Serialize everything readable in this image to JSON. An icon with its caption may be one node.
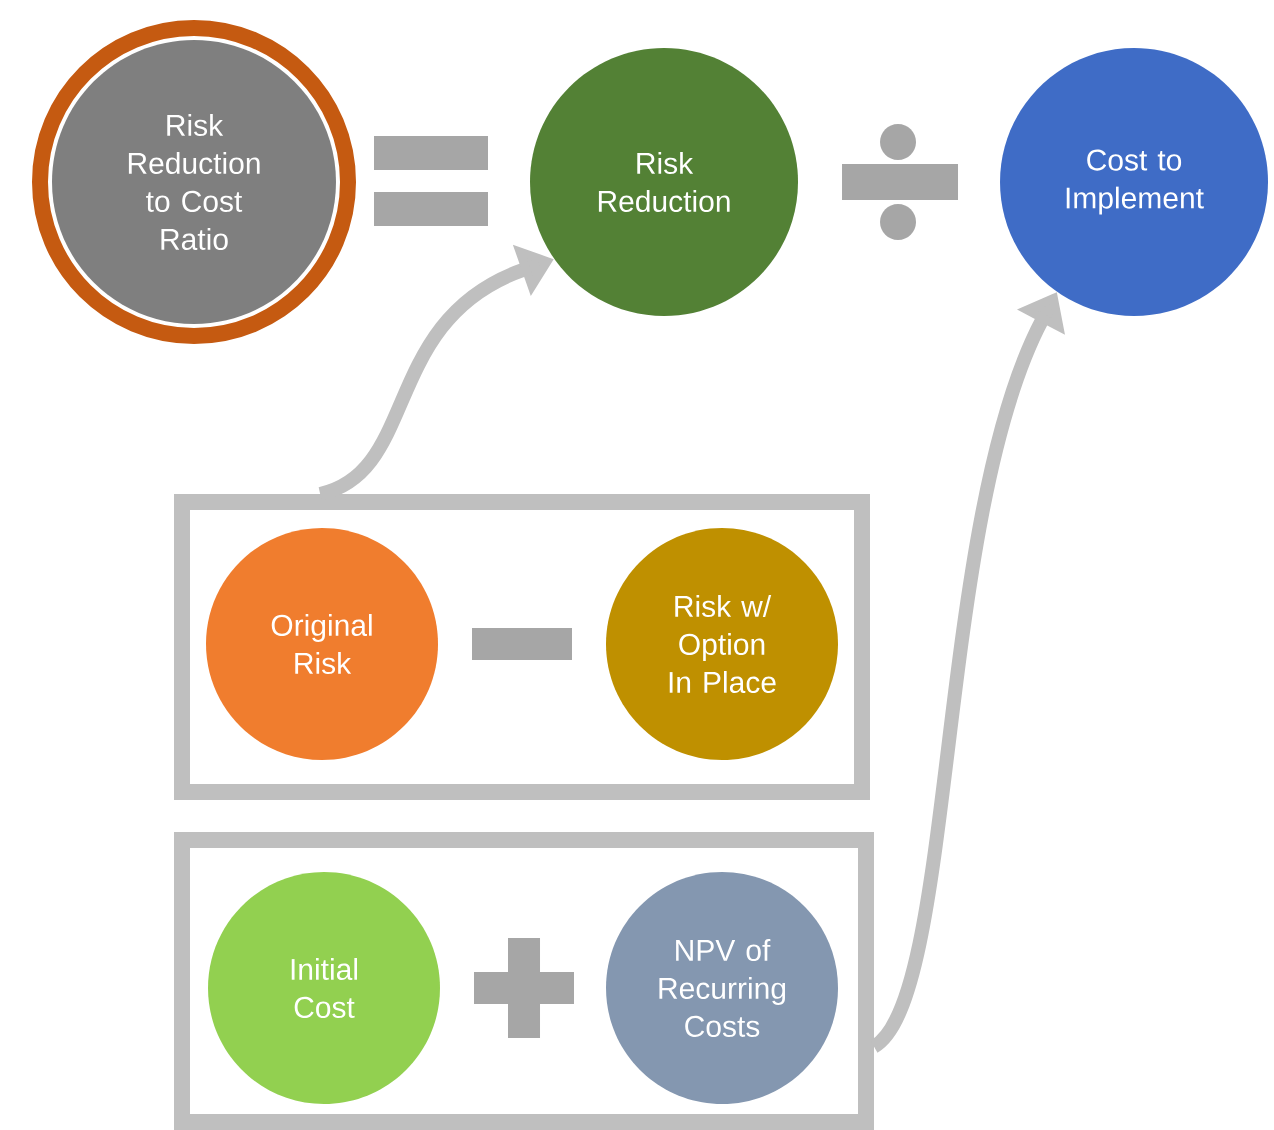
{
  "diagram": {
    "nodes": [
      {
        "text": [
          "Risk Reduction to Cost Ratio"
        ]
      },
      {
        "text": [
          "Risk Reduction"
        ]
      },
      {
        "text": [
          "Cost to Implement"
        ]
      },
      {
        "text": [],
        "shape": "box"
      },
      {
        "text": [
          "Original Risk"
        ],
        "in": 3
      },
      {
        "text": [
          "Risk w/ Option In Place"
        ],
        "in": 3
      },
      {
        "text": [],
        "shape": "box"
      },
      {
        "text": [
          "Initial Cost"
        ],
        "in": 6
      },
      {
        "text": [
          "NPV of Recurring Costs"
        ],
        "in": 6
      }
    ],
    "edges": [
      {
        "from": 3,
        "to": 1,
        "arrow": "to"
      },
      {
        "from": 6,
        "to": 2,
        "arrow": "to"
      }
    ]
  }
}
